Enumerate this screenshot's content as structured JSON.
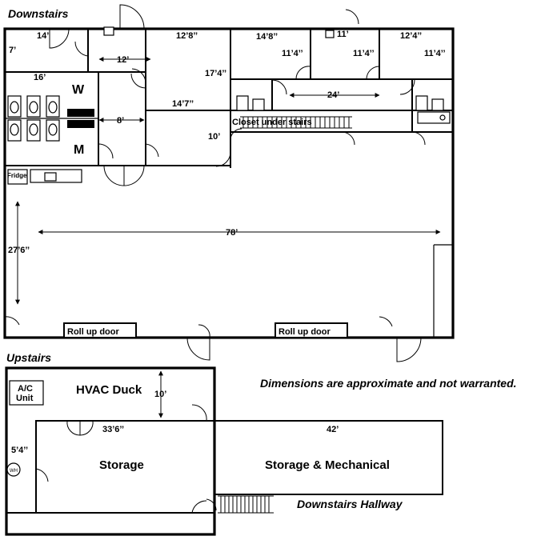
{
  "headings": {
    "downstairs": "Downstairs",
    "upstairs": "Upstairs",
    "downstairs_hallway": "Downstairs Hallway"
  },
  "note": "Dimensions are approximate and not warranted.",
  "downstairs_dims": {
    "d14": "14’",
    "d7": "7’",
    "d12": "12’",
    "d16": "16’",
    "d12_8": "12’8’’",
    "d14_8": "14’8’’",
    "d11": "11’",
    "d12_4": "12’4’’",
    "d11_4_a": "11’4’’",
    "d11_4_b": "11’4’’",
    "d11_4_c": "11’4’’",
    "d17_4": "17’4’’",
    "d24": "24’",
    "d14_7": "14’7’’",
    "d8": "8’",
    "d10": "10’",
    "d78": "78’",
    "d27_6": "27’6’’"
  },
  "downstairs_labels": {
    "women": "W",
    "men": "M",
    "closet": "Closet under stairs",
    "fridge": "Fridge",
    "rollup_left": "Roll up door",
    "rollup_right": "Roll up door"
  },
  "upstairs_labels": {
    "ac_line1": "A/C",
    "ac_line2": "Unit",
    "hvac": "HVAC Duck",
    "d10": "10’",
    "d33_6": "33’6’’",
    "d42": "42’",
    "d5_4": "5’4’’",
    "wh": "WH",
    "storage": "Storage",
    "storage_mech": "Storage & Mechanical"
  }
}
